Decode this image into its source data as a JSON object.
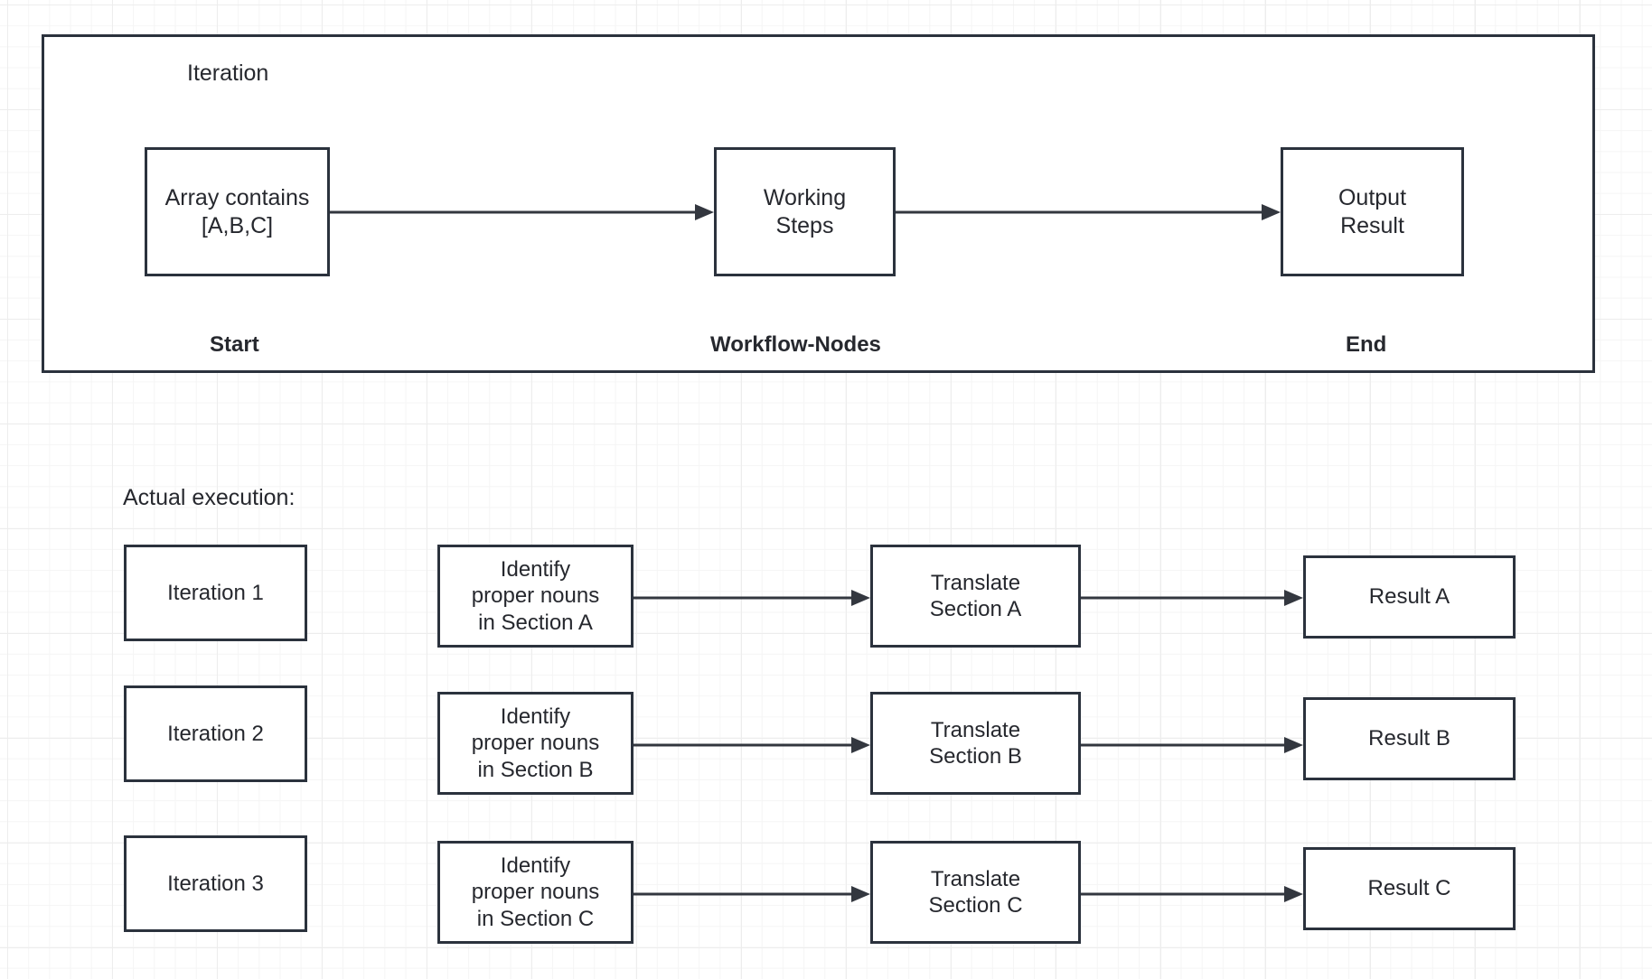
{
  "diagram": {
    "type": "flowchart",
    "title_label": "Iteration",
    "section_label": "Actual execution:",
    "colors": {
      "stroke": "#2b323d",
      "text": "#26282e",
      "connector": "#33373f",
      "background": "#ffffff",
      "grid_minor": "#f5f5f5",
      "grid_major": "#ededed"
    }
  },
  "iteration_panel": {
    "title": "Iteration",
    "nodes": [
      {
        "id": "start-node",
        "text": "Array contains\n[A,B,C]",
        "caption": "Start"
      },
      {
        "id": "work-node",
        "text": "Working\nSteps",
        "caption": "Workflow-Nodes"
      },
      {
        "id": "output-node",
        "text": "Output\nResult",
        "caption": "End"
      }
    ],
    "captions": [
      "Start",
      "Workflow-Nodes",
      "End"
    ]
  },
  "execution": {
    "heading": "Actual execution:",
    "rows": [
      {
        "iteration": "Iteration 1",
        "identify": "Identify\nproper nouns\nin Section A",
        "translate": "Translate\nSection A",
        "result": "Result A"
      },
      {
        "iteration": "Iteration 2",
        "identify": "Identify\nproper nouns\nin Section B",
        "translate": "Translate\nSection B",
        "result": "Result B"
      },
      {
        "iteration": "Iteration 3",
        "identify": "Identify\nproper nouns\nin Section C",
        "translate": "Translate\nSection C",
        "result": "Result C"
      }
    ]
  }
}
